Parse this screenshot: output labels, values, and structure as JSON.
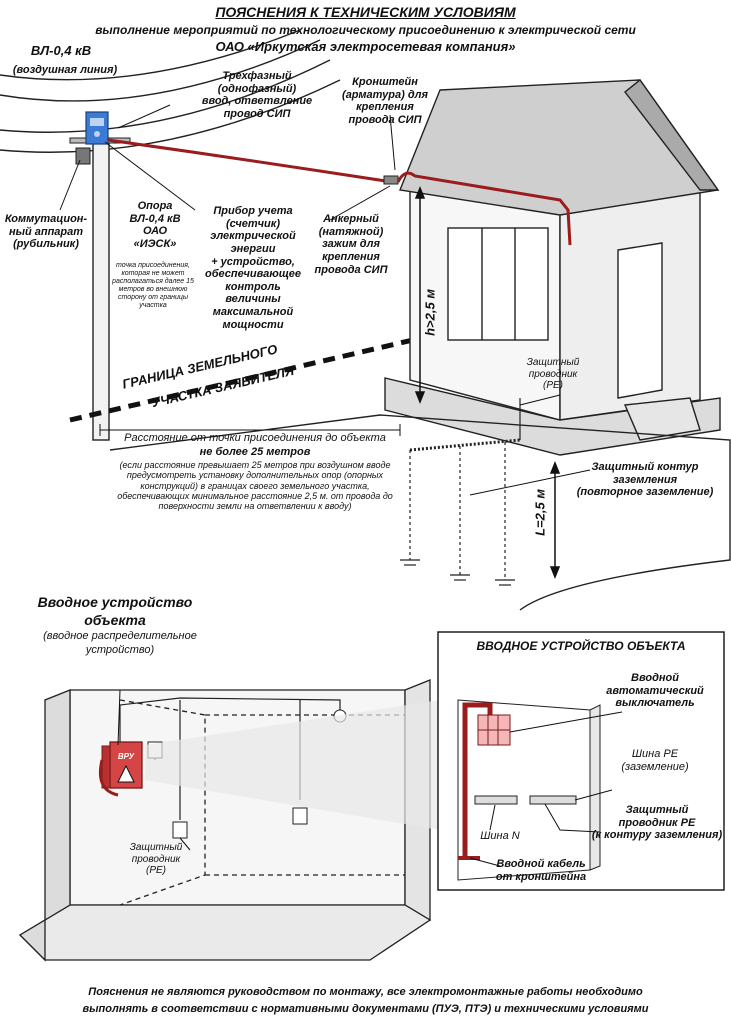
{
  "header": {
    "title": "ПОЯСНЕНИЯ К ТЕХНИЧЕСКИМ УСЛОВИЯМ",
    "line2": "выполнение мероприятий по технологическому присоединению к электрической сети",
    "line3": "ОАО «Иркутская электросетевая компания»"
  },
  "top": {
    "vl_title": "ВЛ-0,4 кВ",
    "vl_sub": "(воздушная линия)",
    "input_1": "Трехфазный",
    "input_2": "(однофазный)",
    "input_3": "ввод, ответвление",
    "input_4": "провод СИП",
    "bracket_1": "Кронштейн",
    "bracket_2": "(арматура) для",
    "bracket_3": "крепления",
    "bracket_4": "провода СИП",
    "switch_1": "Коммутацион-",
    "switch_2": "ный аппарат",
    "switch_3": "(рубильник)",
    "pole_1": "Опора",
    "pole_2": "ВЛ-0,4 кВ",
    "pole_3": "ОАО",
    "pole_4": "«ИЭСК»",
    "pole_note": "точка присоединения, которая не может располагаться далее 15 метров во внешнюю сторону от границы участка",
    "meter_1": "Прибор учета",
    "meter_2": "(счетчик)",
    "meter_3": "электрической",
    "meter_4": "энергии",
    "meter_5": "+ устройство,",
    "meter_6": "обеспечивающее",
    "meter_7": "контроль",
    "meter_8": "величины",
    "meter_9": "максимальной",
    "meter_10": "мощности",
    "anchor_1": "Анкерный",
    "anchor_2": "(натяжной)",
    "anchor_3": "зажим для",
    "anchor_4": "крепления",
    "anchor_5": "провода СИП",
    "height": "h>2,5 м",
    "boundary_1": "ГРАНИЦА ЗЕМЕЛЬНОГО",
    "boundary_2": "УЧАСТКА ЗАЯВИТЕЛЯ",
    "pe_1": "Защитный",
    "pe_2": "проводник",
    "pe_3": "(PE)",
    "dist_1": "Расстояние от точки присоединения до объекта",
    "dist_2": "не более 25 метров",
    "dist_note": "(если расстояние превышает 25 метров при воздушном вводе предусмотреть установку дополнительных опор (опорных конструкций) в границах своего земельного участка, обеспечивающих минимальное расстояние 2,5 м. от провода до поверхности земли на ответвлении к вводу)",
    "ground_1": "Защитный контур",
    "ground_2": "заземления",
    "ground_3": "(повторное заземление)",
    "ground_len": "L=2,5 м"
  },
  "bottom": {
    "device_1": "Вводное устройство",
    "device_2": "объекта",
    "device_3": "(вводное распределительное",
    "device_4": "устройство)",
    "vru": "ВРУ",
    "pe_1": "Защитный",
    "pe_2": "проводник",
    "pe_3": "(PE)",
    "panel_title": "ВВОДНОЕ УСТРОЙСТВО ОБЪЕКТА",
    "breaker_1": "Вводной",
    "breaker_2": "автоматический",
    "breaker_3": "выключатель",
    "bus_pe_1": "Шина PE",
    "bus_pe_2": "(заземление)",
    "pe_wire_1": "Защитный",
    "pe_wire_2": "проводник PE",
    "pe_wire_3": "(к контуру заземления)",
    "bus_n": "Шина N",
    "cable_1": "Вводной кабель",
    "cable_2": "от кронштейна"
  },
  "footer": {
    "line1": "Пояснения не являются руководством по монтажу, все электромонтажные работы необходимо",
    "line2": "выполнять в соответствии с нормативными документами (ПУЭ, ПТЭ) и техническими условиями"
  },
  "colors": {
    "cable": "#9b1c1c",
    "meter": "#3a7bd5",
    "vru": "#d64545",
    "wall": "#e4e4e4"
  }
}
